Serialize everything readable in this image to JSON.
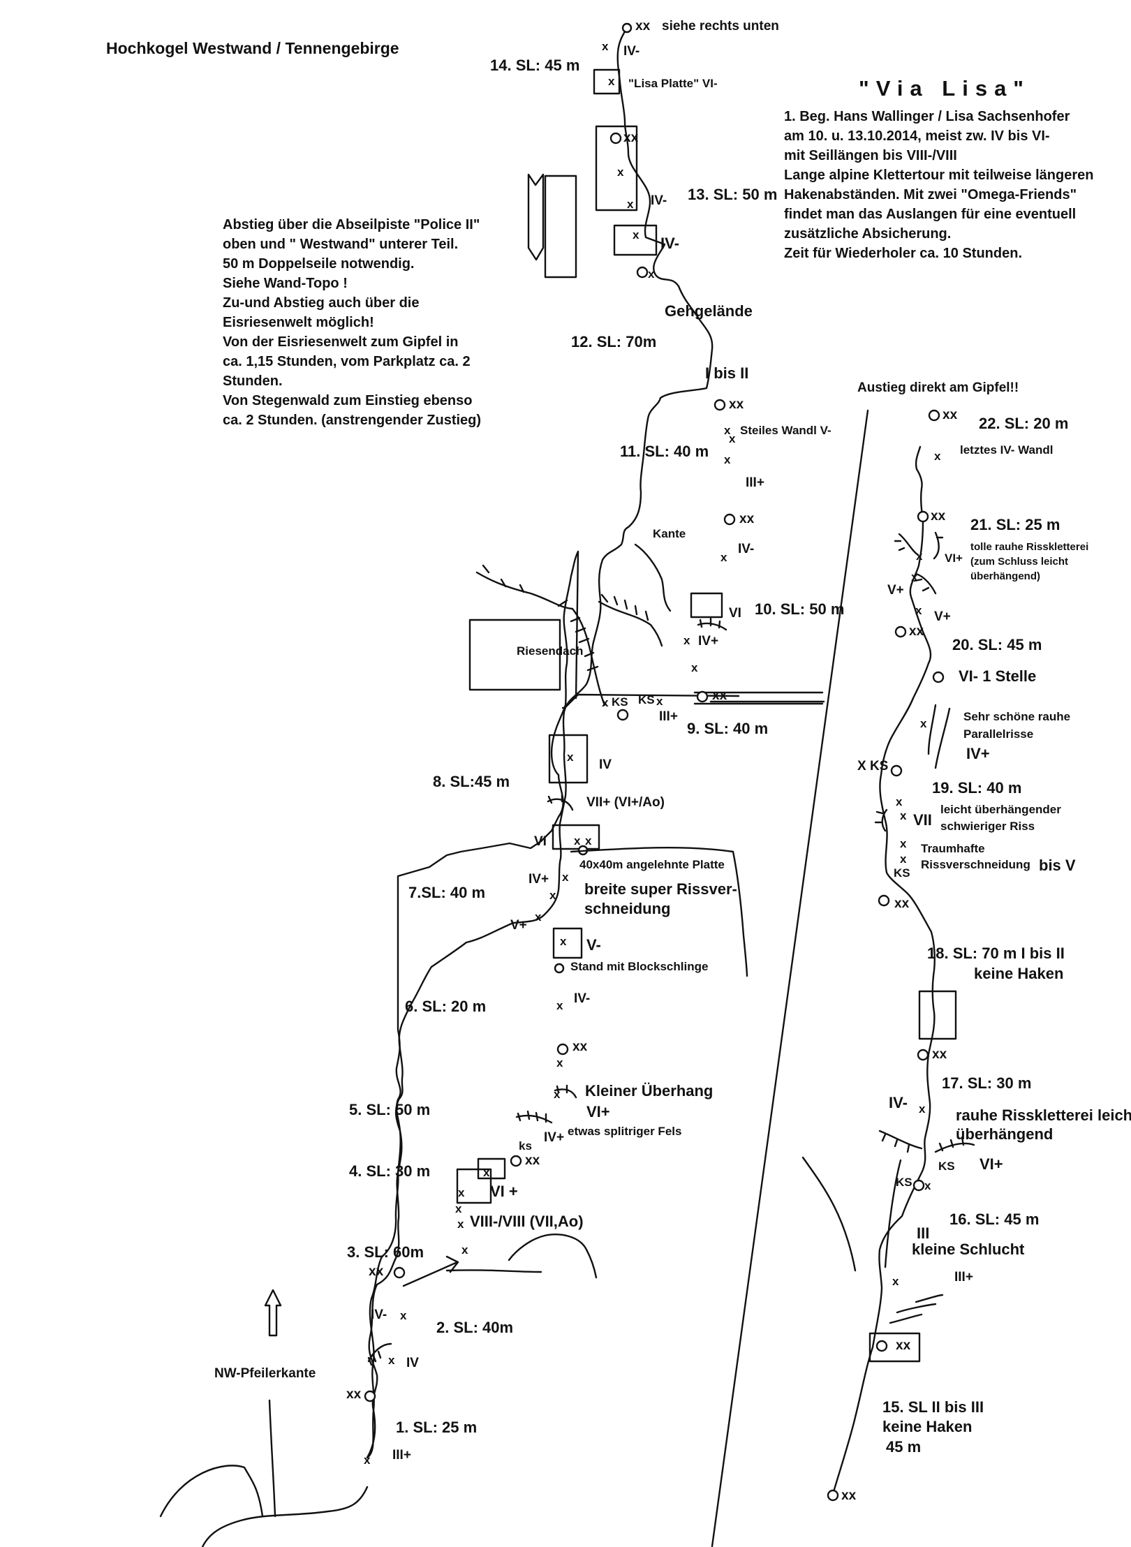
{
  "title": "Hochkogel Westwand / Tennengebirge",
  "route_name": "\"Via Lisa\"",
  "info": [
    "1. Beg.  Hans Wallinger / Lisa Sachsenhofer",
    "am 10. u. 13.10.2014, meist zw. IV bis VI-",
    "mit Seillängen bis VIII-/VIII",
    "Lange alpine Klettertour mit teilweise längeren",
    "Hakenabständen. Mit zwei \"Omega-Friends\"",
    "findet man das Auslangen für eine eventuell",
    "zusätzliche Absicherung.",
    "Zeit für Wiederholer ca. 10 Stunden."
  ],
  "descent": [
    "Abstieg über die Abseilpiste \"Police II\"",
    "oben und \" Westwand\" unterer Teil.",
    "50 m Doppelseile notwendig.",
    "Siehe Wand-Topo !",
    "Zu-und Abstieg auch über die",
    "Eisriesenwelt möglich!",
    "Von der Eisriesenwelt zum Gipfel in",
    "ca. 1,15 Stunden, vom Parkplatz ca. 2",
    "Stunden.",
    "Von Stegenwald zum Einstieg ebenso",
    "ca. 2 Stunden. (anstrengender Zustieg)"
  ],
  "pitches": {
    "p1": "1. SL:  25 m",
    "p2": "2. SL: 40m",
    "p3": "3. SL: 60m",
    "p4": "4. SL: 30 m",
    "p5": "5. SL: 50 m",
    "p6": "6. SL: 20 m",
    "p7": "7.SL: 40 m",
    "p8": "8. SL:45 m",
    "p9": "9. SL: 40 m",
    "p10": "10. SL: 50 m",
    "p11": "11. SL: 40 m",
    "p12": "12. SL: 70m",
    "p13": "13. SL: 50 m",
    "p14": "14. SL: 45 m",
    "p15a": "15. SL II bis III",
    "p15b": "keine Haken",
    "p15c": "45 m",
    "p16": "16. SL: 45 m",
    "p17": "17. SL: 30 m",
    "p18a": "18. SL: 70 m I bis II",
    "p18b": "keine Haken",
    "p19": "19. SL: 40 m",
    "p20": "20. SL: 45 m",
    "p21": "21. SL: 25 m",
    "p22": "22. SL: 20 m"
  },
  "grades": {
    "iii_plus": "III+",
    "iv": "IV",
    "iv_minus": "IV-",
    "iv_plus": "IV+",
    "v_plus": "V+",
    "v_minus": "V-",
    "vi": "VI",
    "vi_plus": "VI+",
    "vi_minus": "VI-",
    "vii": "VII",
    "i_ii": "I bis II",
    "iii": "III",
    "viii": "VIII-/VIII  (VII,Ao)",
    "vii_plus": "VII+ (VI+/Ao)",
    "vi_plus_spaced": "VI +",
    "vi_minus_stelle": "VI- 1 Stelle",
    "bis_v": "bis V"
  },
  "marks": {
    "xx": "xx",
    "x": "x",
    "ks": "KS",
    "ks_lower": "ks",
    "xks": "X KS"
  },
  "notes": {
    "siehe": "siehe rechts unten",
    "lisa_platte": "\"Lisa Platte\" VI-",
    "gehgelaende": "Gehgelände",
    "steiles": "Steiles Wandl  V-",
    "kante": "Kante",
    "riesendach": "Riesendach",
    "austieg": "Austieg direkt am Gipfel!!",
    "letztes": "letztes IV- Wandl",
    "tolle1": "tolle rauhe Risskletterei",
    "tolle2": "(zum Schluss leicht",
    "tolle3": "überhängend)",
    "schoen1": "Sehr schöne rauhe",
    "schoen2": "Parallelrisse",
    "leicht1": "leicht überhängender",
    "leicht2": "schwieriger Riss",
    "traum1": "Traumhafte",
    "traum2": "Rissverschneidung",
    "platte": "40x40m angelehnte Platte",
    "breite1": "breite super Rissver-",
    "breite2": "schneidung",
    "stand": "Stand mit Blockschlinge",
    "ueberhang": "Kleiner Überhang",
    "splittrig": "etwas splitriger Fels",
    "rauhe1": "rauhe Risskletterei leicht",
    "rauhe2": "überhängend",
    "schlucht": "kleine Schlucht",
    "pfeiler": "NW-Pfeilerkante"
  }
}
